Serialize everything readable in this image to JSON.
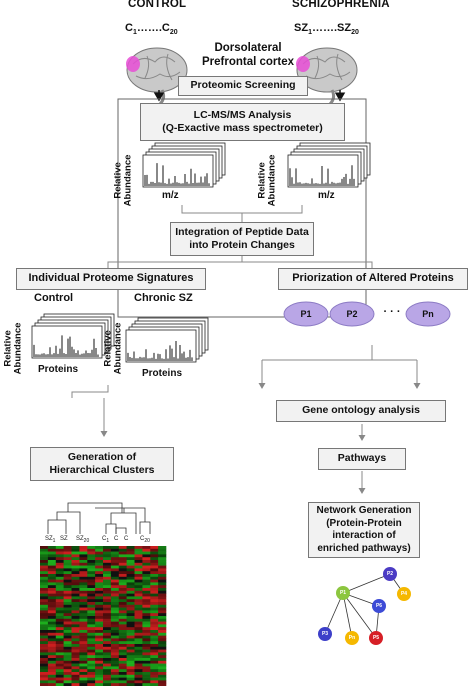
{
  "header": {
    "control": "CONTROL",
    "schizophrenia": "SCHIZOPHRENIA",
    "control_samples": "C",
    "control_range_mid": "…….",
    "control_range_end": "C",
    "control_sub_first": "1",
    "control_sub_last": "20",
    "sz_samples": "SZ",
    "sz_range_mid": "…….",
    "sz_range_end": "SZ",
    "sz_sub_first": "1",
    "sz_sub_last": "20",
    "region_line1": "Dorsolateral",
    "region_line2": "Prefrontal cortex"
  },
  "boxes": {
    "screening": "Proteomic Screening",
    "lcms_line1": "LC-MS/MS Analysis",
    "lcms_line2": "(Q-Exactive mass spectrometer)",
    "integration_line1": "Integration of Peptide Data",
    "integration_line2": "into Protein Changes",
    "signatures": "Individual Proteome Signatures",
    "priorization": "Priorization of Altered Proteins",
    "hier_line1": "Generation of",
    "hier_line2": "Hierarchical Clusters",
    "go": "Gene ontology analysis",
    "pathways": "Pathways",
    "network_line1": "Network Generation",
    "network_line2": "(Protein-Protein",
    "network_line3": "interaction of",
    "network_line4": "enriched pathways)"
  },
  "spectra": {
    "rel_line1": "Relative",
    "rel_line2": "Abundance",
    "mz": "m/z",
    "control": "Control",
    "chronic_sz": "Chronic SZ",
    "proteins": "Proteins"
  },
  "proteins": [
    "P1",
    "P2",
    "Pn"
  ],
  "protein_dots": "· · ·",
  "heatmap": {
    "col_labels": [
      "SZ",
      "SZ",
      "SZ",
      "C",
      "C",
      "C",
      "C"
    ],
    "col_label_suffix": [
      "1",
      "",
      "20",
      "1",
      "",
      "",
      "20"
    ]
  },
  "network": {
    "nodes": [
      {
        "label": "P1",
        "color": "#8cc63f"
      },
      {
        "label": "P2",
        "color": "#4b3bc4"
      },
      {
        "label": "P4",
        "color": "#f5b800"
      },
      {
        "label": "P6",
        "color": "#3d4bd6"
      },
      {
        "label": "P3",
        "color": "#3d3fc9"
      },
      {
        "label": "Pn",
        "color": "#f5b800"
      },
      {
        "label": "P5",
        "color": "#d61f26"
      }
    ]
  },
  "colors": {
    "box_fill": "#f2f2f2",
    "box_border": "#777777",
    "arrow": "#888888",
    "protein_oval": "#b9a6e6",
    "brain_highlight": "#e84dd6",
    "heat_red": "#d42020",
    "heat_green": "#1db01d"
  }
}
